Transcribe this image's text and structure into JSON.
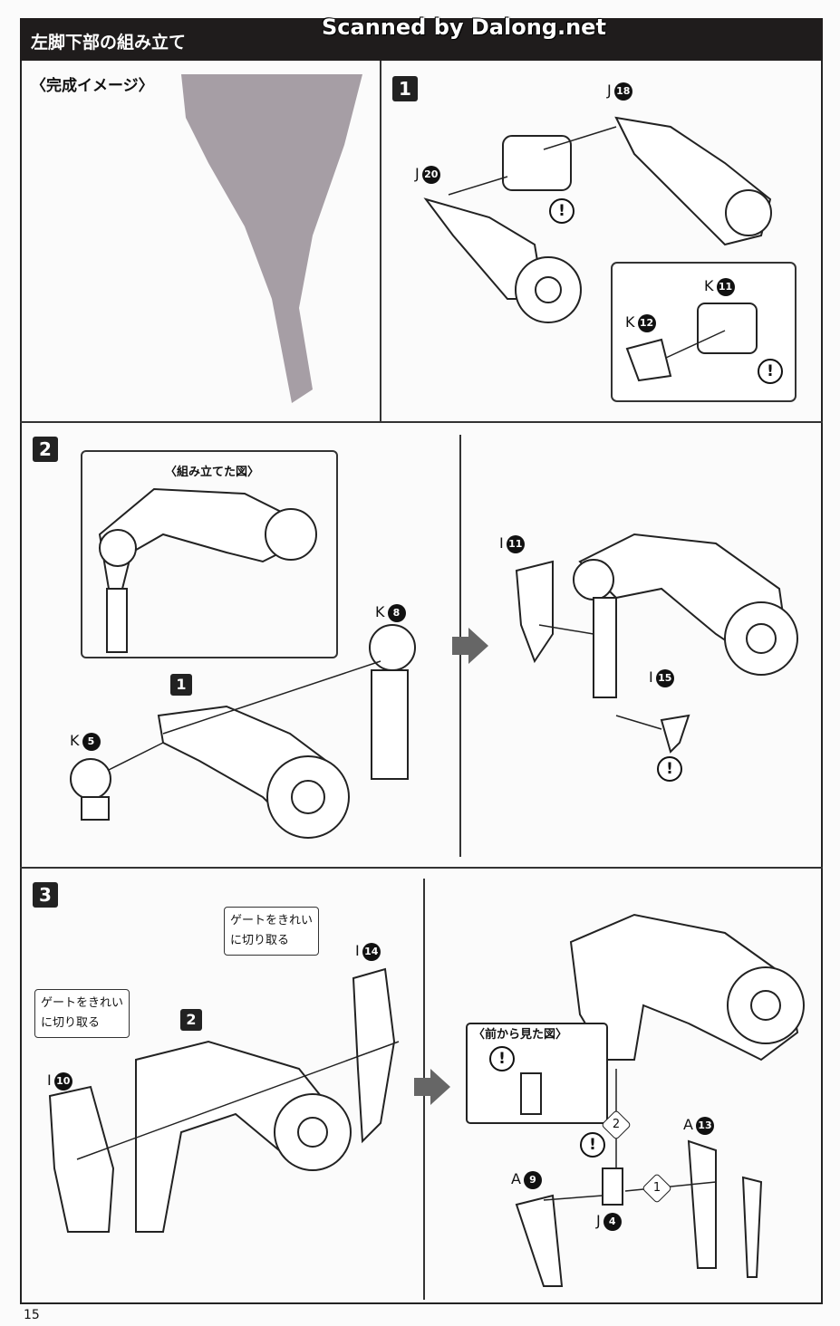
{
  "header": {
    "title": "左脚下部の組み立て",
    "watermark": "Scanned by Dalong.net"
  },
  "completed": {
    "caption": "〈完成イメージ〉"
  },
  "step1": {
    "number": "1",
    "parts": [
      {
        "letter": "J",
        "num": "18"
      },
      {
        "letter": "J",
        "num": "20"
      },
      {
        "letter": "K",
        "num": "11"
      },
      {
        "letter": "K",
        "num": "12"
      }
    ],
    "warning": "!"
  },
  "step2": {
    "number": "2",
    "assembled_caption": "〈組み立てた図〉",
    "ref_step": "1",
    "parts": [
      {
        "letter": "K",
        "num": "8"
      },
      {
        "letter": "K",
        "num": "5"
      },
      {
        "letter": "I",
        "num": "11"
      },
      {
        "letter": "I",
        "num": "15"
      }
    ],
    "warning": "!"
  },
  "step3": {
    "number": "3",
    "ref_step": "2",
    "gate_note": "ゲートをきれい に切り取る",
    "gate_note_line1": "ゲートをきれい",
    "gate_note_line2": "に切り取る",
    "front_view_caption": "〈前から見た図〉",
    "order_1": "1",
    "order_2": "2",
    "parts": [
      {
        "letter": "I",
        "num": "14"
      },
      {
        "letter": "I",
        "num": "10"
      },
      {
        "letter": "A",
        "num": "9"
      },
      {
        "letter": "A",
        "num": "13"
      },
      {
        "letter": "J",
        "num": "4"
      }
    ],
    "warning": "!"
  },
  "footer": {
    "page_number": "15"
  }
}
